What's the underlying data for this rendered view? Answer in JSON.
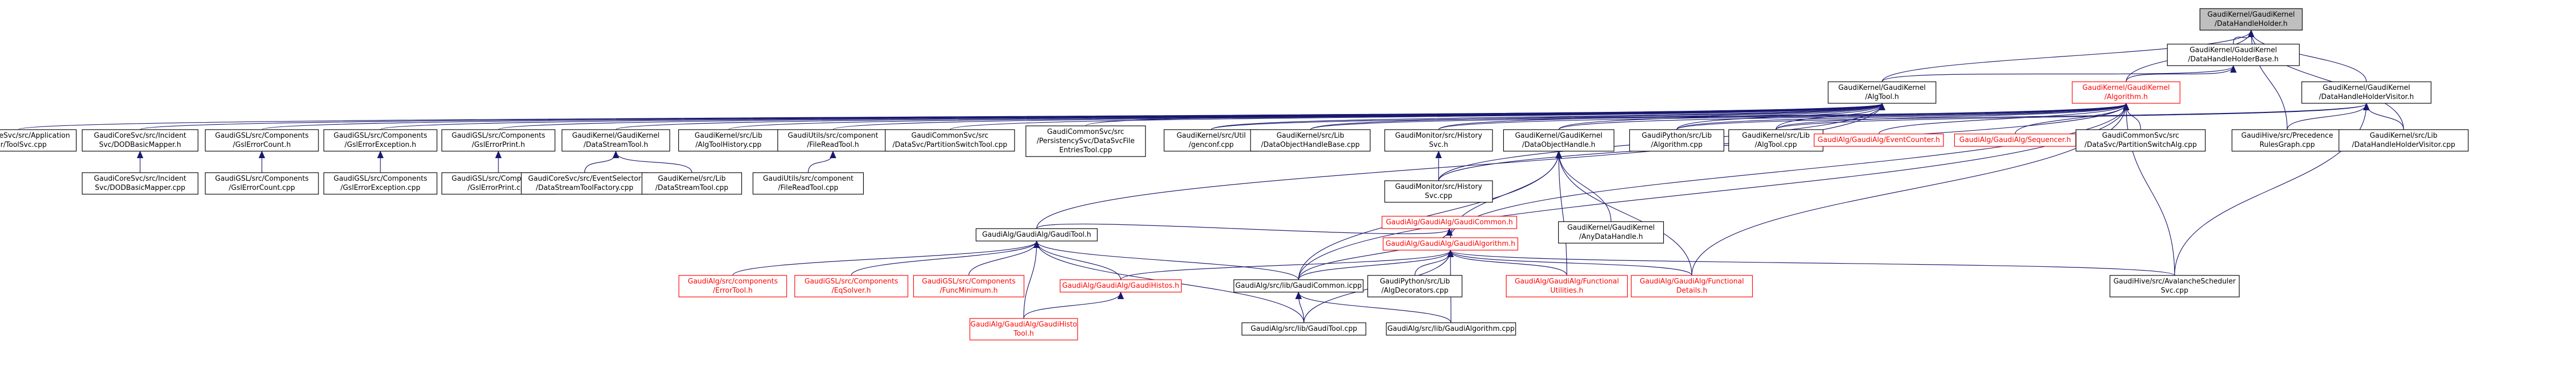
{
  "colors": {
    "edge": "#191970",
    "root_fill": "#bfbfbf",
    "node_border": "#000000",
    "red_border": "#ff0000",
    "red_text": "#ff0000"
  },
  "nodes": {
    "root": {
      "lines": [
        "GaudiKernel/GaudiKernel",
        "/DataHandleHolder.h"
      ]
    },
    "dhhbase": {
      "lines": [
        "GaudiKernel/GaudiKernel",
        "/DataHandleHolderBase.h"
      ]
    },
    "algtool": {
      "lines": [
        "GaudiKernel/GaudiKernel",
        "/AlgTool.h"
      ]
    },
    "algorithm": {
      "lines": [
        "GaudiKernel/GaudiKernel",
        "/Algorithm.h"
      ]
    },
    "dhhvisitor": {
      "lines": [
        "GaudiKernel/GaudiKernel",
        "/DataHandleHolderVisitor.h"
      ]
    },
    "appmgr": {
      "lines": [
        "GaudiCoreSvc/src/Application",
        "Mgr/ToolSvc.cpp"
      ]
    },
    "dodbm": {
      "lines": [
        "GaudiCoreSvc/src/Incident",
        "Svc/DODBasicMapper.h"
      ]
    },
    "errcount": {
      "lines": [
        "GaudiGSL/src/Components",
        "/GslErrorCount.h"
      ]
    },
    "errexc": {
      "lines": [
        "GaudiGSL/src/Components",
        "/GslErrorException.h"
      ]
    },
    "errprint": {
      "lines": [
        "GaudiGSL/src/Components",
        "/GslErrorPrint.h"
      ]
    },
    "dstool": {
      "lines": [
        "GaudiKernel/GaudiKernel",
        "/DataStreamTool.h"
      ]
    },
    "athist": {
      "lines": [
        "GaudiKernel/src/Lib",
        "/AlgToolHistory.cpp"
      ]
    },
    "frtool": {
      "lines": [
        "GaudiUtils/src/component",
        "/FileReadTool.h"
      ]
    },
    "pstool": {
      "lines": [
        "GaudiCommonSvc/src",
        "/DataSvc/PartitionSwitchTool.cpp"
      ]
    },
    "persist": {
      "lines": [
        "GaudiCommonSvc/src",
        "/PersistencySvc/DataSvcFile",
        "EntriesTool.cpp"
      ]
    },
    "gaudiconf": {
      "lines": [
        "GaudiKernel/src/Util",
        "/genconf.cpp"
      ]
    },
    "dohb": {
      "lines": [
        "GaudiKernel/src/Lib",
        "/DataObjectHandleBase.cpp"
      ]
    },
    "histsvch": {
      "lines": [
        "GaudiMonitor/src/History",
        "Svc.h"
      ]
    },
    "doh": {
      "lines": [
        "GaudiKernel/GaudiKernel",
        "/DataObjectHandle.h"
      ]
    },
    "pyalg": {
      "lines": [
        "GaudiPython/src/Lib",
        "/Algorithm.cpp"
      ]
    },
    "atcpp": {
      "lines": [
        "GaudiKernel/src/Lib",
        "/AlgTool.cpp"
      ]
    },
    "evcount": {
      "lines": [
        "GaudiAlg/GaudiAlg/EventCounter.h"
      ]
    },
    "seq": {
      "lines": [
        "GaudiAlg/GaudiAlg/Sequencer.h"
      ]
    },
    "psalg": {
      "lines": [
        "GaudiCommonSvc/src",
        "/DataSvc/PartitionSwitchAlg.cpp"
      ]
    },
    "prec": {
      "lines": [
        "GaudiHive/src/Precedence",
        "RulesGraph.cpp"
      ]
    },
    "dhhvcpp": {
      "lines": [
        "GaudiKernel/src/Lib",
        "/DataHandleHolderVisitor.cpp"
      ]
    },
    "dodbmcpp": {
      "lines": [
        "GaudiCoreSvc/src/Incident",
        "Svc/DODBasicMapper.cpp"
      ]
    },
    "errcountcpp": {
      "lines": [
        "GaudiGSL/src/Components",
        "/GslErrorCount.cpp"
      ]
    },
    "errexccpp": {
      "lines": [
        "GaudiGSL/src/Components",
        "/GslErrorException.cpp"
      ]
    },
    "errprintcpp": {
      "lines": [
        "GaudiGSL/src/Components",
        "/GslErrorPrint.cpp"
      ]
    },
    "evsel": {
      "lines": [
        "GaudiCoreSvc/src/EventSelector",
        "/DataStreamToolFactory.cpp"
      ]
    },
    "dstcpp": {
      "lines": [
        "GaudiKernel/src/Lib",
        "/DataStreamTool.cpp"
      ]
    },
    "frcpp": {
      "lines": [
        "GaudiUtils/src/component",
        "/FileReadTool.cpp"
      ]
    },
    "histsvccpp": {
      "lines": [
        "GaudiMonitor/src/History",
        "Svc.cpp"
      ]
    },
    "gaudicommon": {
      "lines": [
        "GaudiAlg/GaudiAlg/GaudiCommon.h"
      ]
    },
    "gaudialg": {
      "lines": [
        "GaudiAlg/GaudiAlg/GaudiAlgorithm.h"
      ]
    },
    "anydh": {
      "lines": [
        "GaudiKernel/GaudiKernel",
        "/AnyDataHandle.h"
      ]
    },
    "gaudifunc": {
      "lines": [
        "GaudiAlg/GaudiAlg/GaudiTool.h"
      ]
    },
    "errtool": {
      "lines": [
        "GaudiAlg/src/components",
        "/ErrorTool.h"
      ]
    },
    "eqsolver": {
      "lines": [
        "GaudiGSL/src/Components",
        "/EqSolver.h"
      ]
    },
    "funcmin": {
      "lines": [
        "GaudiGSL/src/Components",
        "/FuncMinimum.h"
      ]
    },
    "gaudihistos": {
      "lines": [
        "GaudiAlg/GaudiAlg/GaudiHistos.h"
      ]
    },
    "gccpp": {
      "lines": [
        "GaudiAlg/src/lib/GaudiCommon.icpp"
      ]
    },
    "pydeco": {
      "lines": [
        "GaudiPython/src/Lib",
        "/AlgDecorators.cpp"
      ]
    },
    "funcutil": {
      "lines": [
        "GaudiAlg/GaudiAlg/Functional",
        "Utilities.h"
      ]
    },
    "funcdetails": {
      "lines": [
        "GaudiAlg/GaudiAlg/Functional",
        "Details.h"
      ]
    },
    "avalanche": {
      "lines": [
        "GaudiHive/src/AvalancheScheduler",
        "Svc.cpp"
      ]
    },
    "histotool": {
      "lines": [
        "GaudiAlg/GaudiAlg/GaudiHisto",
        "Tool.h"
      ]
    },
    "gtcpp": {
      "lines": [
        "GaudiAlg/src/lib/GaudiTool.cpp"
      ]
    },
    "gacpp": {
      "lines": [
        "GaudiAlg/src/lib/GaudiAlgorithm.cpp"
      ]
    }
  }
}
